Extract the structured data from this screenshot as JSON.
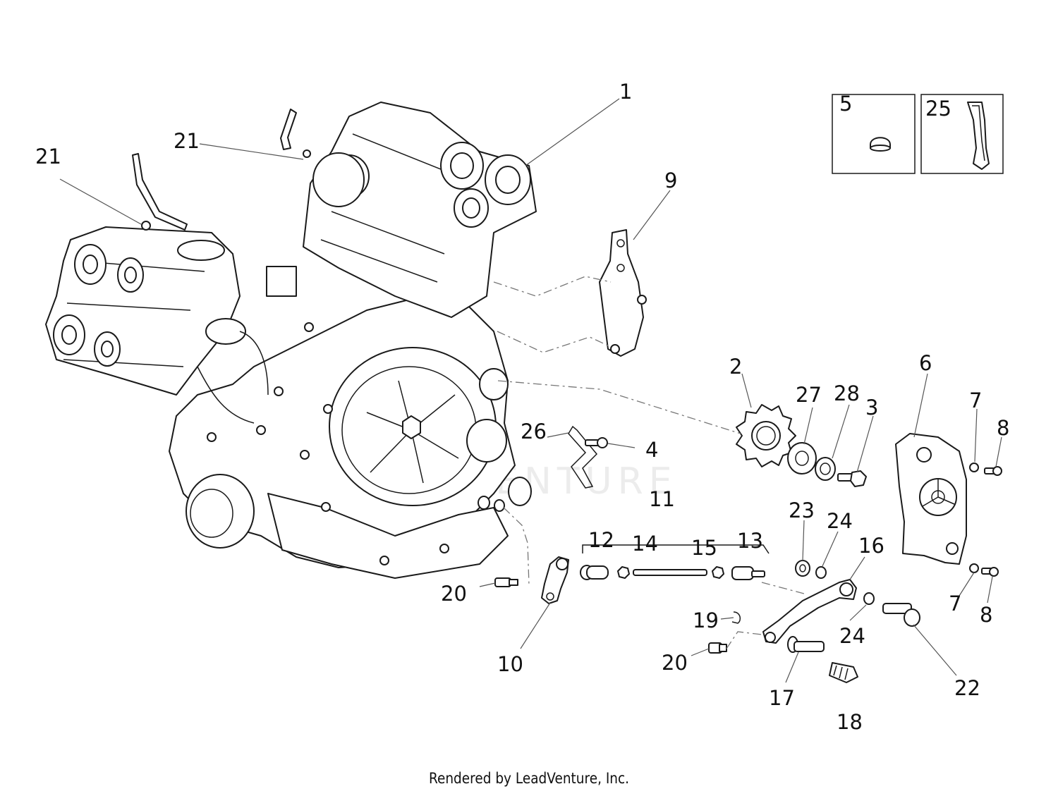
{
  "watermark": "LEADVENTURE",
  "credit": "Rendered by LeadVenture, Inc.",
  "callouts": {
    "c1": "1",
    "c2": "2",
    "c3": "3",
    "c4": "4",
    "c5": "5",
    "c6": "6",
    "c7a": "7",
    "c7b": "7",
    "c8a": "8",
    "c8b": "8",
    "c9": "9",
    "c10": "10",
    "c11": "11",
    "c12": "12",
    "c13": "13",
    "c14": "14",
    "c15": "15",
    "c16": "16",
    "c17": "17",
    "c18": "18",
    "c19": "19",
    "c20a": "20",
    "c20b": "20",
    "c21a": "21",
    "c21b": "21",
    "c22": "22",
    "c23": "23",
    "c24a": "24",
    "c24b": "24",
    "c25": "25",
    "c26": "26",
    "c27": "27",
    "c28": "28"
  }
}
